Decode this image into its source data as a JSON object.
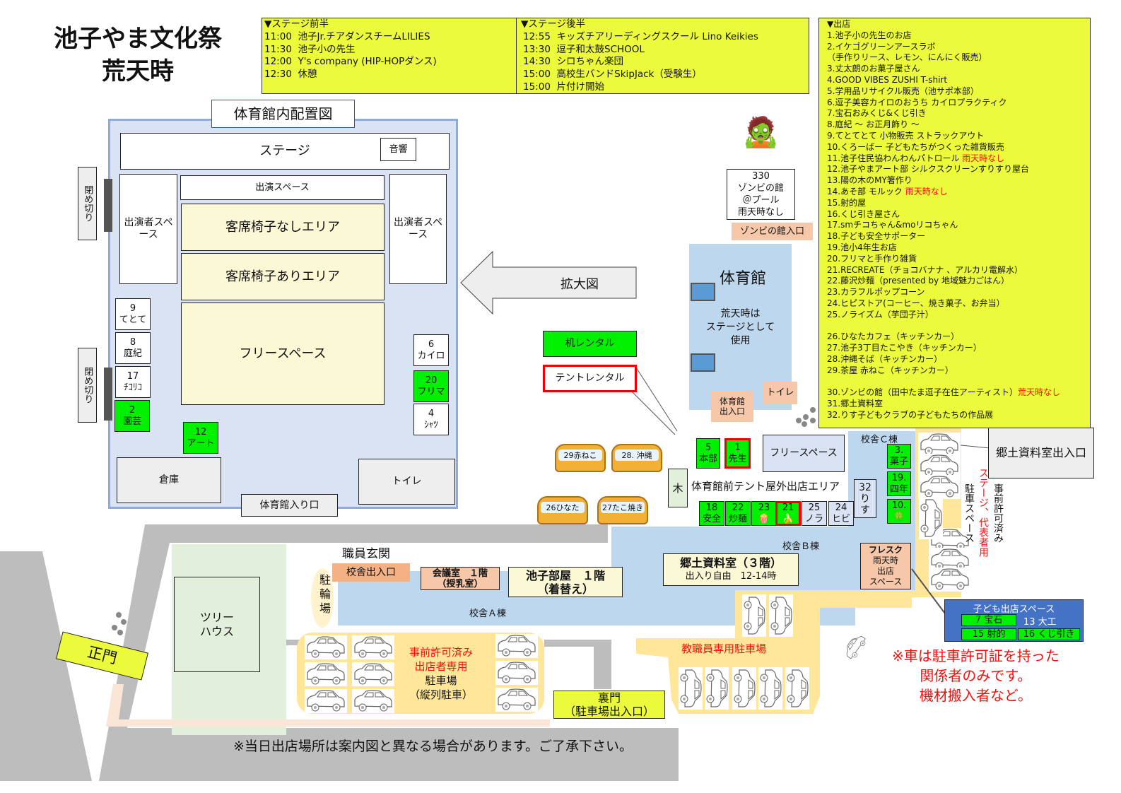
{
  "title": {
    "line1": "池子やま文化祭",
    "line2": "荒天時"
  },
  "stage": {
    "first": {
      "header": "▼ステージ前半",
      "items": [
        {
          "time": "11:00",
          "name": "池子Jr.チアダンスチームLILIES"
        },
        {
          "time": "11:30",
          "name": "池子小の先生"
        },
        {
          "time": "12:00",
          "name": "Y's company (HIP-HOPダンス)"
        },
        {
          "time": "12:30",
          "name": "休憩"
        }
      ]
    },
    "second": {
      "header": "▼ステージ後半",
      "items": [
        {
          "time": "12:55",
          "name": "キッズチアリーディングスクール Lino Keikies"
        },
        {
          "time": "13:30",
          "name": "逗子和太鼓SCHOOL"
        },
        {
          "time": "14:30",
          "name": "シロちゃん楽団"
        },
        {
          "time": "15:00",
          "name": "高校生バンドSkipJack（受験生）"
        },
        {
          "time": "15:00",
          "name": "片付け開始"
        }
      ]
    }
  },
  "shops": {
    "header": "▼出店",
    "items": [
      {
        "text": "1.池子小の先生のお店"
      },
      {
        "text": "2.イケゴグリーンアースラボ"
      },
      {
        "text": "（手作りリース、レモン、にんにく販売）"
      },
      {
        "text": "3.丈太朗のお菓子屋さん"
      },
      {
        "text": "4.GOOD VIBES ZUSHI  T-shirt"
      },
      {
        "text": "5.学用品リサイクル販売（池サポ本部）"
      },
      {
        "text": "6.逗子美容カイロのおうち  カイロプラクティク"
      },
      {
        "text": "7.宝石おみくじ&くじ引き"
      },
      {
        "text": "8.庭紀 ～ お正月飾り ～"
      },
      {
        "text": "9.てとてとて 小物販売 ストラックアウト"
      },
      {
        "text": "10.くろーばー  子どもたちがつくった雑貨販売"
      },
      {
        "text": "11.池子住民協わんわんパトロール ",
        "note": "雨天時なし"
      },
      {
        "text": "12.池子やまアート部 シルクスクリーンすりすり屋台"
      },
      {
        "text": "13.陽の木のMY箸作り"
      },
      {
        "text": "14.あそ部  モルック ",
        "note": "雨天時なし"
      },
      {
        "text": "15.射的屋"
      },
      {
        "text": "16.くじ引き屋さん"
      },
      {
        "text": "17.smチコちゃん&moリコちゃん"
      },
      {
        "text": "18.子ども安全サポーター"
      },
      {
        "text": "19.池小4年生お店"
      },
      {
        "text": "20.フリマと手作り雑貨"
      },
      {
        "text": "21.RECREATE（チョコバナナ 、アルカリ電解水）"
      },
      {
        "text": "22.藤沢炒麺（presented by 地域魅力ごはん）"
      },
      {
        "text": "23.カラフルポップコーン"
      },
      {
        "text": "24.ヒピストア(コーヒー、焼き菓子、お弁当）"
      },
      {
        "text": "25.ノライズム（芋団子汁）"
      },
      {
        "text": ""
      },
      {
        "text": "26.ひなたカフェ（キッチンカー）"
      },
      {
        "text": "27.池子3丁目たこやき（キッチンカー）"
      },
      {
        "text": "28.沖縄そば（キッチンカー）"
      },
      {
        "text": "29.茶屋 赤ねこ（キッチンカー）"
      },
      {
        "text": ""
      },
      {
        "text": "30.ゾンビの館（田中たま逗子在住アーティスト）",
        "note": "荒天時なし"
      },
      {
        "text": "31.郷土資料室"
      },
      {
        "text": "32.りす子どもクラブの子どもたちの作品展"
      }
    ]
  },
  "gym_layout": {
    "title": "体育館内配置図",
    "stage": "ステージ",
    "sound": "音響",
    "performer_space": "出演スペース",
    "no_chair": "客席椅子なしエリア",
    "chair": "客席椅子あり",
    "chair_full": "客席椅子ありエリア",
    "free_space": "フリースペース",
    "performer_left": "出演者スペース",
    "performer_right": "出演者スペース",
    "storage": "倉庫",
    "toilet": "トイレ",
    "entrance": "体育館入り口",
    "closed": "閉め切り",
    "stalls": [
      {
        "num": "9",
        "name": "てとて"
      },
      {
        "num": "8",
        "name": "庭紀"
      },
      {
        "num": "17",
        "name": "ﾁｺﾘｺ"
      },
      {
        "num": "2",
        "name": "園芸"
      },
      {
        "num": "12",
        "name": "アート"
      },
      {
        "num": "6",
        "name": "カイロ"
      },
      {
        "num": "20",
        "name": "フリマ"
      },
      {
        "num": "4",
        "name": "ｼｬﾂ"
      }
    ]
  },
  "map": {
    "zoom_label": "拡大図",
    "desk_rental": "机レンタル",
    "tent_rental": "テントレンタル",
    "zombie": {
      "num": "330",
      "l1": "ゾンビの館",
      "l2": "＠プール",
      "l3": "雨天時なし",
      "entrance": "ゾンビの館入口"
    },
    "gym": {
      "title": "体育館",
      "note1": "荒天時は",
      "note2": "ステージとして",
      "note3": "使用",
      "exit1": "体育館",
      "exit2": "出入口",
      "toilet": "トイレ"
    },
    "tent_area": "体育館前テント屋外出店エリア",
    "tree": "木",
    "free_space": "フリースペース",
    "stalls_top": [
      {
        "num": "5",
        "name": "本部"
      },
      {
        "num": "1",
        "name": "先生"
      }
    ],
    "stalls_row": [
      {
        "num": "18",
        "name": "安全"
      },
      {
        "num": "22",
        "name": "炒麺"
      },
      {
        "num": "23",
        "name": "🍿"
      },
      {
        "num": "21",
        "name": "🍌"
      },
      {
        "num": "25",
        "name": "ノラ"
      },
      {
        "num": "24",
        "name": "ヒビ"
      }
    ],
    "stall_32": {
      "num": "32",
      "l1": "り",
      "l2": "す"
    },
    "stalls_c": [
      {
        "num": "3.",
        "name": "菓子"
      },
      {
        "num": "19.",
        "name": "四年"
      },
      {
        "num": "10.",
        "name": "🍀"
      }
    ],
    "kitchen_cars": [
      "29赤ねこ",
      "28. 沖縄",
      "26ひなた",
      "27たこ焼き"
    ],
    "bldg_c": "校舎Ｃ棟",
    "bldg_b": "校舎Ｂ棟",
    "bldg_a": "校舎Ａ棟",
    "archive": {
      "title": "郷土資料室（３階）",
      "sub": "出入り自由　12-14時",
      "entrance": "郷土資料室出入口"
    },
    "flesk": {
      "l1": "フレスク",
      "l2": "雨天時",
      "l3": "出店",
      "l4": "スペース"
    },
    "staff_entrance": "職員玄関",
    "school_entrance": "校舎出入口",
    "meeting": {
      "l1": "会議室　１階",
      "l2": "（授乳室）"
    },
    "ikego_room": {
      "l1": "池子部屋　１階",
      "l2": "（着替え）"
    },
    "bike": "駐輪場",
    "treehouse": {
      "l1": "ツリー",
      "l2": "ハウス"
    },
    "main_gate": "正門",
    "parking_left": {
      "l1": "事前許可済み",
      "l2": "出店者専用",
      "l3": "駐車場",
      "l4": "（縦列駐車）"
    },
    "back_gate": {
      "l1": "裏門",
      "l2": "（駐車場出入口）"
    },
    "staff_parking": "教職員専用駐車場",
    "stage_parking": {
      "black1": "事前許可済み",
      "red": "ステージ、代表者用",
      "black2": "駐車スペース"
    },
    "kids": {
      "title": "子ども出店スペース",
      "items": [
        "7 宝石",
        "13 大工",
        "15 射的",
        "16 くじ引き"
      ]
    },
    "car_note": [
      "※車は駐車許可証を持った",
      "関係者のみです。",
      "機材搬入者など。"
    ],
    "footer_note": "※当日出店場所は案内図と異なる場合があります。ご了承下さい。"
  },
  "colors": {
    "stall_green": "#00f000",
    "highlight_red": "#e00000",
    "list_yellow": "#ecfa3c",
    "building_blue": "#bdd7ee",
    "parking": "#ffe699"
  }
}
